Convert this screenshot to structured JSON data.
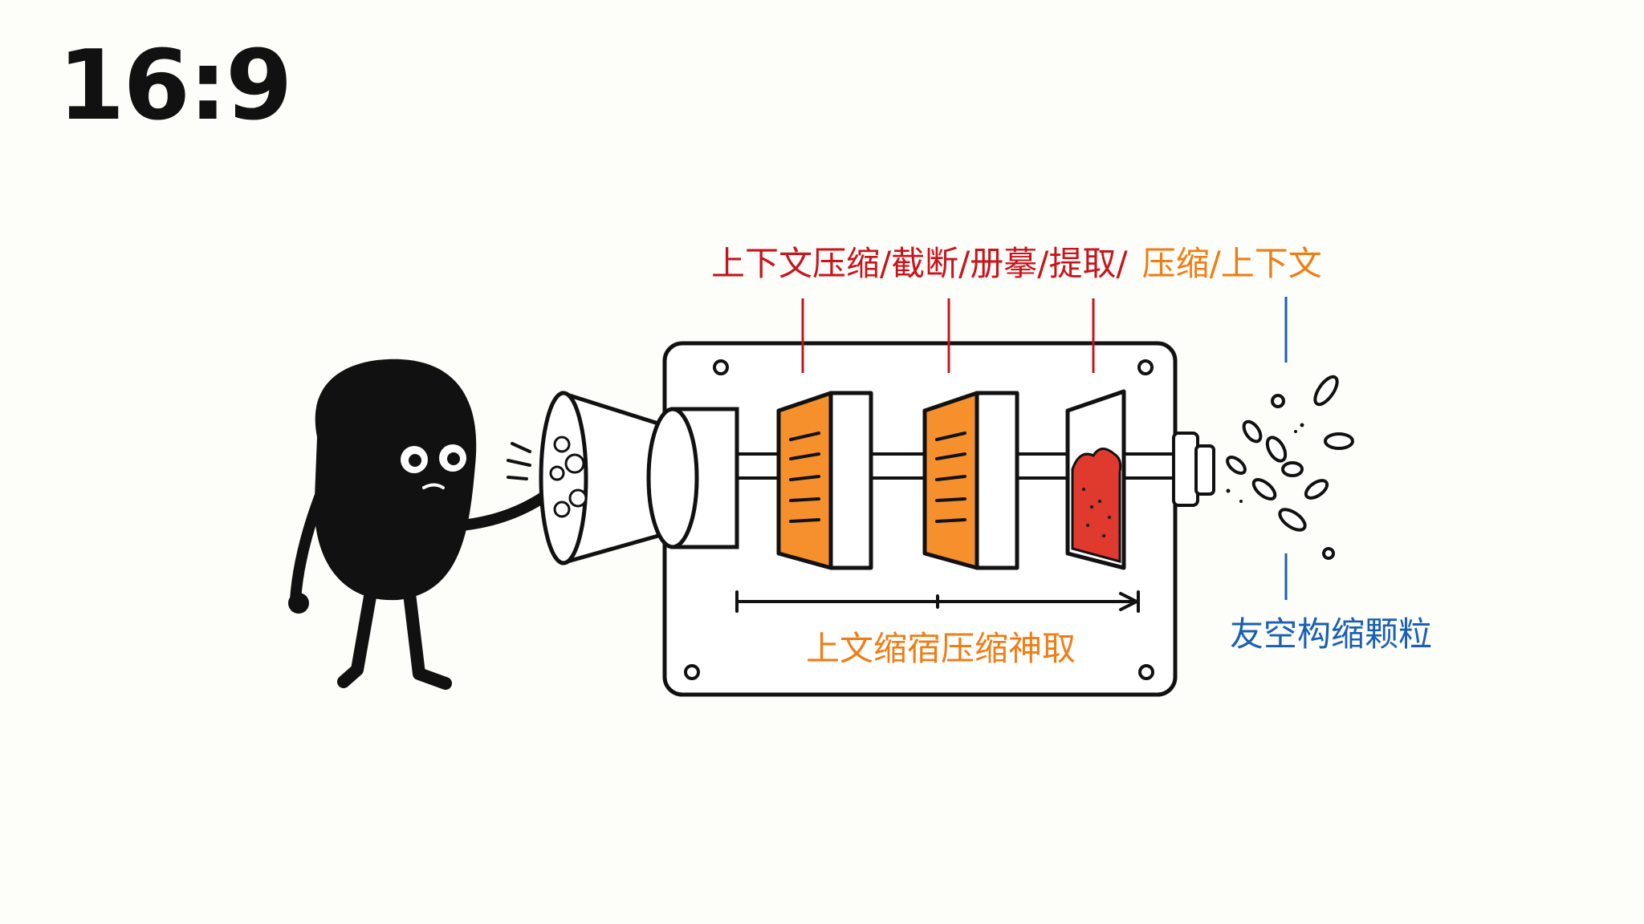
{
  "ratio_label": "16:9",
  "labels": {
    "top_part1": "上下文压缩/截断/册摹/提取/",
    "top_part2": "压缩/上下文",
    "bottom_center": "上文缩宿压缩神取",
    "right_output": "友空构缩颗粒"
  },
  "colors": {
    "red_label": "#c8141c",
    "orange_label": "#f07d14",
    "blue_label": "#1a5fb4",
    "orange_filter": "#f5902c",
    "red_residue": "#e03a2e",
    "ink": "#111111"
  },
  "icons": {
    "character": "blob-character-icon",
    "funnel": "funnel-icon",
    "filter": "filter-disc-icon",
    "output": "granule-icon"
  }
}
